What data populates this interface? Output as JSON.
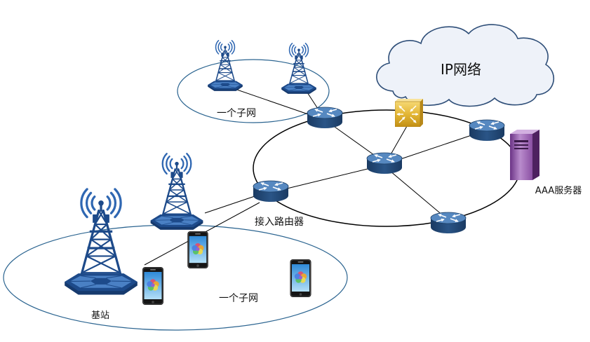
{
  "cloud": {
    "label": "IP网络"
  },
  "subnets": [
    {
      "label": "一个子网"
    },
    {
      "label": "一个子网"
    }
  ],
  "base_station": {
    "label": "基站"
  },
  "access_router": {
    "label": "接入路由器"
  },
  "aaa_server": {
    "label": "AAA服务器"
  },
  "icons": {
    "cloud": "cloud-icon",
    "base_station": "cell-tower-icon",
    "router": "router-icon",
    "switch": "switch-icon",
    "server": "server-icon",
    "phone": "smartphone-icon"
  },
  "colors": {
    "subnet_outline": "#2b6490",
    "backbone_ring": "#000000",
    "link": "#000000",
    "cloud_fill": "#eef2f9",
    "cloud_outline": "#2e4e78",
    "tower": "#1d4a8a",
    "router": "#2a5587",
    "switch": "#e3b635",
    "server": "#8a4fa3"
  }
}
